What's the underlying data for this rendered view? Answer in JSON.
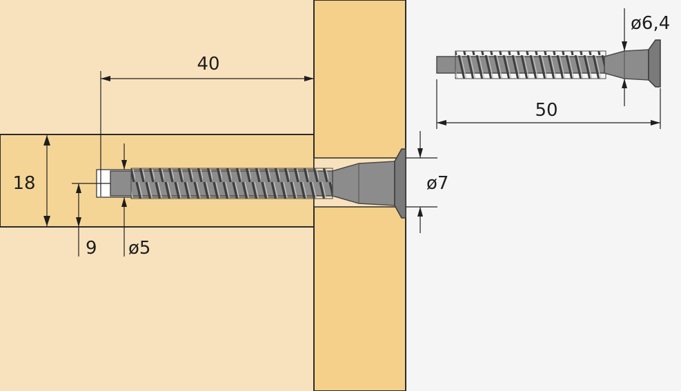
{
  "colors": {
    "wood_light": "#f8e2bd",
    "wood_board": "#f5d596",
    "wood_panel": "#f5d08a",
    "outline": "#2a2a2a",
    "background": "#f5f5f5",
    "screw_body": "#8c8c8c",
    "screw_dark": "#4a4a4a",
    "dimension_line": "#1e1e1e"
  },
  "dimensions": {
    "drill_depth": "40",
    "screw_length": "50",
    "board_thickness": "18",
    "edge_offset": "9",
    "pilot_hole_diameter": "ø5",
    "counterbore_diameter": "ø7",
    "head_diameter": "ø6,4"
  }
}
